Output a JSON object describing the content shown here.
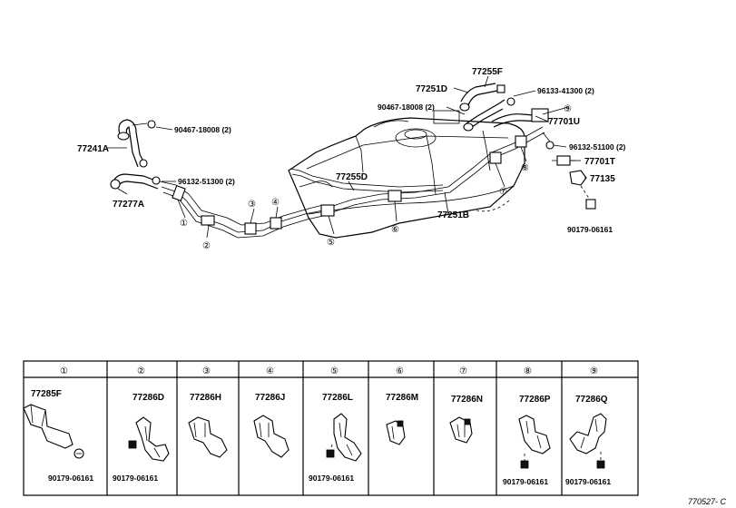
{
  "callouts": {
    "c77255F": "77255F",
    "c77251D": "77251D",
    "c96133": "96133-41300 (2)",
    "c90467b": "90467-18008 (2)",
    "c77701U": "77701U",
    "c90467a": "90467-18008 (2)",
    "c77241A": "77241A",
    "c96132b": "96132-51100 (2)",
    "c77701T": "77701T",
    "c77135": "77135",
    "c96132a": "96132-51300 (2)",
    "c77255D": "77255D",
    "c77277A": "77277A",
    "c77251B": "77251B",
    "c90179top": "90179-06161"
  },
  "markers": [
    "①",
    "②",
    "③",
    "④",
    "⑤",
    "⑥",
    "⑦",
    "⑧",
    "⑨"
  ],
  "clamps": [
    {
      "index": "①",
      "part": "77285F",
      "fastener": "90179-06161"
    },
    {
      "index": "②",
      "part": "77286D",
      "fastener": "90179-06161"
    },
    {
      "index": "③",
      "part": "77286H",
      "fastener": ""
    },
    {
      "index": "④",
      "part": "77286J",
      "fastener": ""
    },
    {
      "index": "⑤",
      "part": "77286L",
      "fastener": "90179-06161"
    },
    {
      "index": "⑥",
      "part": "77286M",
      "fastener": ""
    },
    {
      "index": "⑦",
      "part": "77286N",
      "fastener": ""
    },
    {
      "index": "⑧",
      "part": "77286P",
      "fastener": "90179-06161"
    },
    {
      "index": "⑨",
      "part": "77286Q",
      "fastener": "90179-06161"
    }
  ],
  "reference": "770527- C"
}
